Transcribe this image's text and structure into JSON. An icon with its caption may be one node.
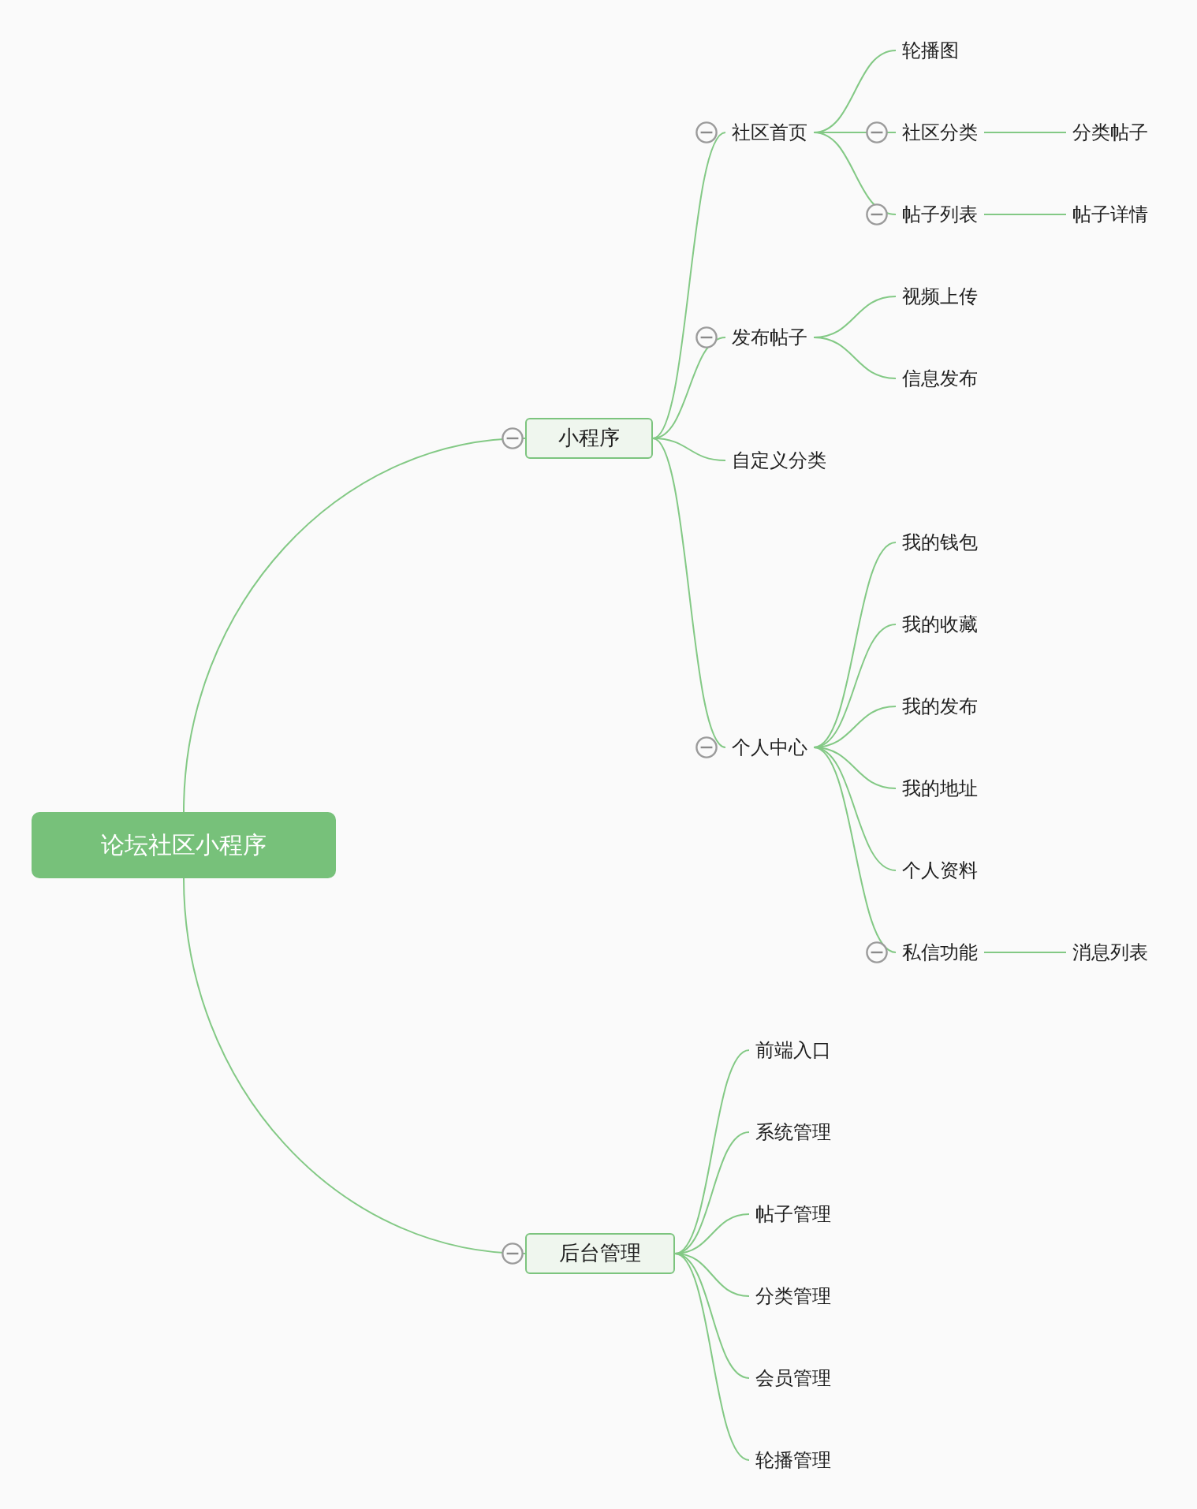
{
  "diagram": {
    "nodes": [
      {
        "text": [
          "论坛社区小程序"
        ]
      },
      {
        "text": [
          "小程序"
        ]
      },
      {
        "text": [
          "社区首页"
        ]
      },
      {
        "text": [
          "轮播图"
        ]
      },
      {
        "text": [
          "社区分类"
        ]
      },
      {
        "text": [
          "分类帖子"
        ]
      },
      {
        "text": [
          "帖子列表"
        ]
      },
      {
        "text": [
          "帖子详情"
        ]
      },
      {
        "text": [
          "发布帖子"
        ]
      },
      {
        "text": [
          "视频上传"
        ]
      },
      {
        "text": [
          "信息发布"
        ]
      },
      {
        "text": [
          "自定义分类"
        ]
      },
      {
        "text": [
          "个人中心"
        ]
      },
      {
        "text": [
          "我的钱包"
        ]
      },
      {
        "text": [
          "我的收藏"
        ]
      },
      {
        "text": [
          "我的发布"
        ]
      },
      {
        "text": [
          "我的地址"
        ]
      },
      {
        "text": [
          "个人资料"
        ]
      },
      {
        "text": [
          "私信功能"
        ]
      },
      {
        "text": [
          "消息列表"
        ]
      },
      {
        "text": [
          "后台管理"
        ]
      },
      {
        "text": [
          "前端入口"
        ]
      },
      {
        "text": [
          "系统管理"
        ]
      },
      {
        "text": [
          "帖子管理"
        ]
      },
      {
        "text": [
          "分类管理"
        ]
      },
      {
        "text": [
          "会员管理"
        ]
      },
      {
        "text": [
          "轮播管理"
        ]
      }
    ],
    "edges": [
      {
        "from": 0,
        "to": 1,
        "arrow": "none"
      },
      {
        "from": 0,
        "to": 20,
        "arrow": "none"
      },
      {
        "from": 1,
        "to": 2,
        "arrow": "none"
      },
      {
        "from": 1,
        "to": 8,
        "arrow": "none"
      },
      {
        "from": 1,
        "to": 11,
        "arrow": "none"
      },
      {
        "from": 1,
        "to": 12,
        "arrow": "none"
      },
      {
        "from": 2,
        "to": 3,
        "arrow": "none"
      },
      {
        "from": 2,
        "to": 4,
        "arrow": "none"
      },
      {
        "from": 2,
        "to": 6,
        "arrow": "none"
      },
      {
        "from": 4,
        "to": 5,
        "arrow": "none"
      },
      {
        "from": 6,
        "to": 7,
        "arrow": "none"
      },
      {
        "from": 8,
        "to": 9,
        "arrow": "none"
      },
      {
        "from": 8,
        "to": 10,
        "arrow": "none"
      },
      {
        "from": 12,
        "to": 13,
        "arrow": "none"
      },
      {
        "from": 12,
        "to": 14,
        "arrow": "none"
      },
      {
        "from": 12,
        "to": 15,
        "arrow": "none"
      },
      {
        "from": 12,
        "to": 16,
        "arrow": "none"
      },
      {
        "from": 12,
        "to": 17,
        "arrow": "none"
      },
      {
        "from": 12,
        "to": 18,
        "arrow": "none"
      },
      {
        "from": 18,
        "to": 19,
        "arrow": "none"
      },
      {
        "from": 20,
        "to": 21,
        "arrow": "none"
      },
      {
        "from": 20,
        "to": 22,
        "arrow": "none"
      },
      {
        "from": 20,
        "to": 23,
        "arrow": "none"
      },
      {
        "from": 20,
        "to": 24,
        "arrow": "none"
      },
      {
        "from": 20,
        "to": 25,
        "arrow": "none"
      },
      {
        "from": 20,
        "to": 26,
        "arrow": "none"
      }
    ]
  }
}
